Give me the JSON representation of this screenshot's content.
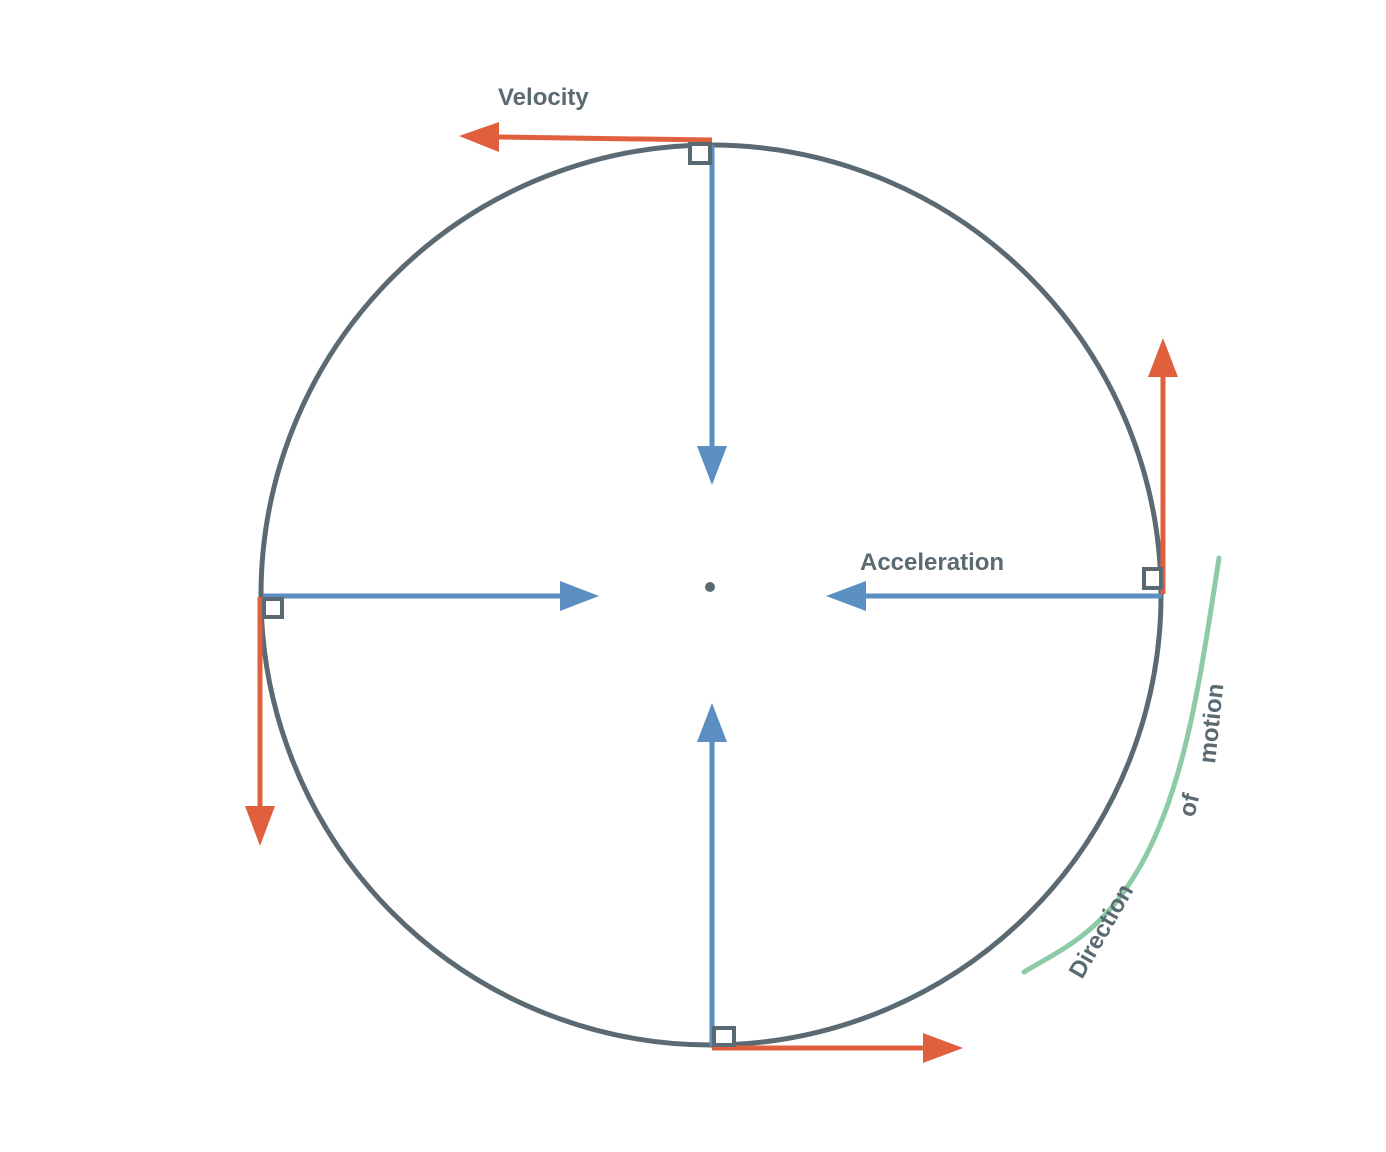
{
  "labels": {
    "velocity": "Velocity",
    "acceleration": "Acceleration",
    "motion_word_1": "Direction",
    "motion_word_2": "of",
    "motion_word_3": "motion"
  },
  "colors": {
    "circle": "#5b6a72",
    "velocity": "#e0603e",
    "acceleration": "#5b8fc1",
    "motion": "#8dcaa6",
    "text": "#5b6a72"
  }
}
